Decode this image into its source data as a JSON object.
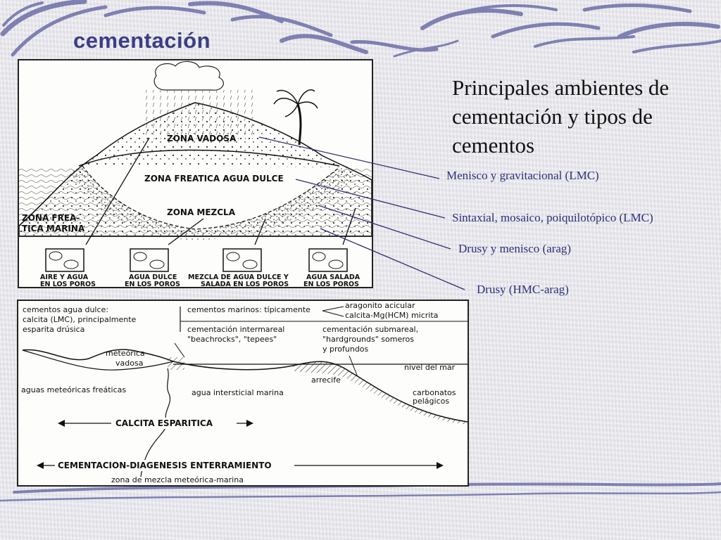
{
  "slide": {
    "title": "cementación",
    "heading": "Principales ambientes de cementación y tipos de cementos"
  },
  "callouts": [
    "Menisco y gravitacional (LMC)",
    "Sintaxial, mosaico, poiquilotópico (LMC)",
    "Drusy y menisco (arag)",
    "Drusy (HMC-arag)"
  ],
  "upper_diagram": {
    "zones": {
      "vadosa": "ZONA VADOSA",
      "freatica": "ZONA FREATICA AGUA DULCE",
      "mezcla": "ZONA MEZCLA",
      "marina_1": "ZONA FREA-",
      "marina_2": "TICA MARINA"
    },
    "pores": [
      [
        "AIRE Y AGUA",
        "EN LOS POROS"
      ],
      [
        "AGUA DULCE",
        "EN LOS POROS"
      ],
      [
        "MEZCLA DE AGUA DULCE Y",
        "SALADA EN LOS POROS"
      ],
      [
        "AGUA SALADA",
        "EN LOS POROS"
      ]
    ]
  },
  "lower_diagram": {
    "freshwater_1": "cementos agua dulce:",
    "freshwater_2": "calcita (LMC), principalmente",
    "freshwater_3": "esparita drúsica",
    "marine": "cementos marinos: típicamente",
    "aragonite": "aragonito acicular",
    "calcite_mg": "calcita-Mg(HCM) micrita",
    "intertidal_1": "cementación intermareal",
    "intertidal_2": "\"beachrocks\", \"tepees\"",
    "subtidal_1": "cementación submareal,",
    "subtidal_2": "\"hardgrounds\" someros",
    "subtidal_3": "y profundos",
    "vadose_1": "meteórica",
    "vadose_2": "vadosa",
    "sea_level": "nivel del mar",
    "phreatic": "aguas meteóricas freáticas",
    "reef": "arrecife",
    "interstitial": "agua intersticial marina",
    "pelagic_1": "carbonatos",
    "pelagic_2": "pelágicos",
    "sparite": "CALCITA ESPARITICA",
    "burial": "CEMENTACION-DIAGENESIS  ENTERRAMIENTO",
    "mixing_zone": "zona de mezcla meteórica-marina"
  },
  "colors": {
    "title": "#3c3d86",
    "callout": "#2e2f7a",
    "leader": "#2f3070",
    "decoration": "#6d6fa8"
  }
}
